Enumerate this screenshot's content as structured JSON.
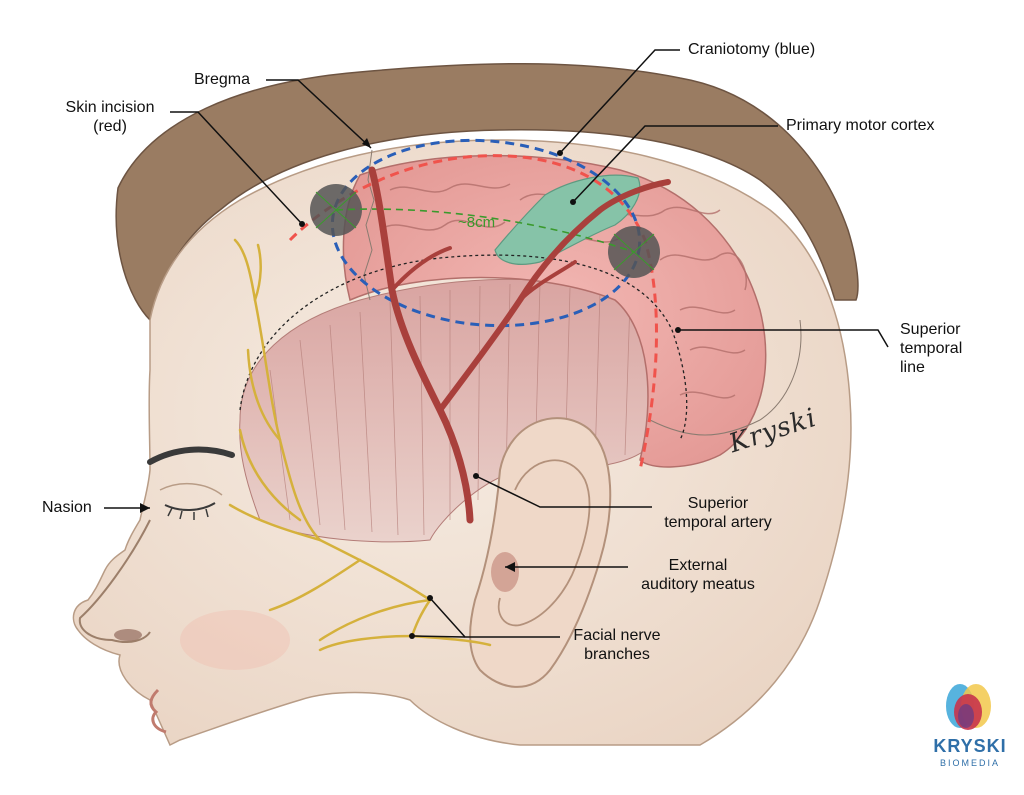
{
  "labels": {
    "craniotomy": "Craniotomy (blue)",
    "bregma": "Bregma",
    "skin_incision": "Skin incision\n(red)",
    "primary_motor_cortex": "Primary motor cortex",
    "superior_temporal_line": "Superior\ntemporal\nline",
    "nasion": "Nasion",
    "superior_temporal_artery": "Superior\ntemporal artery",
    "external_auditory_meatus": "External\nauditory meatus",
    "facial_nerve_branches": "Facial nerve\nbranches"
  },
  "measurement": "~8cm",
  "signature": "Kryski",
  "logo": {
    "name": "KRYSKI",
    "subtitle": "BIOMEDIA"
  },
  "colors": {
    "skin": "#f2e4d6",
    "hair": "#9a7c62",
    "brain": "#e8a8a6",
    "muscle": "#d8a7a3",
    "artery": "#a9403c",
    "nerve": "#d5b13c",
    "craniotomy": "#2a5fb8",
    "incision": "#f0534c",
    "motor_cortex": "#86c3a8",
    "burr_hole": "#555555",
    "distance_line": "#3a9a2c",
    "brand": "#2f6fa8"
  }
}
